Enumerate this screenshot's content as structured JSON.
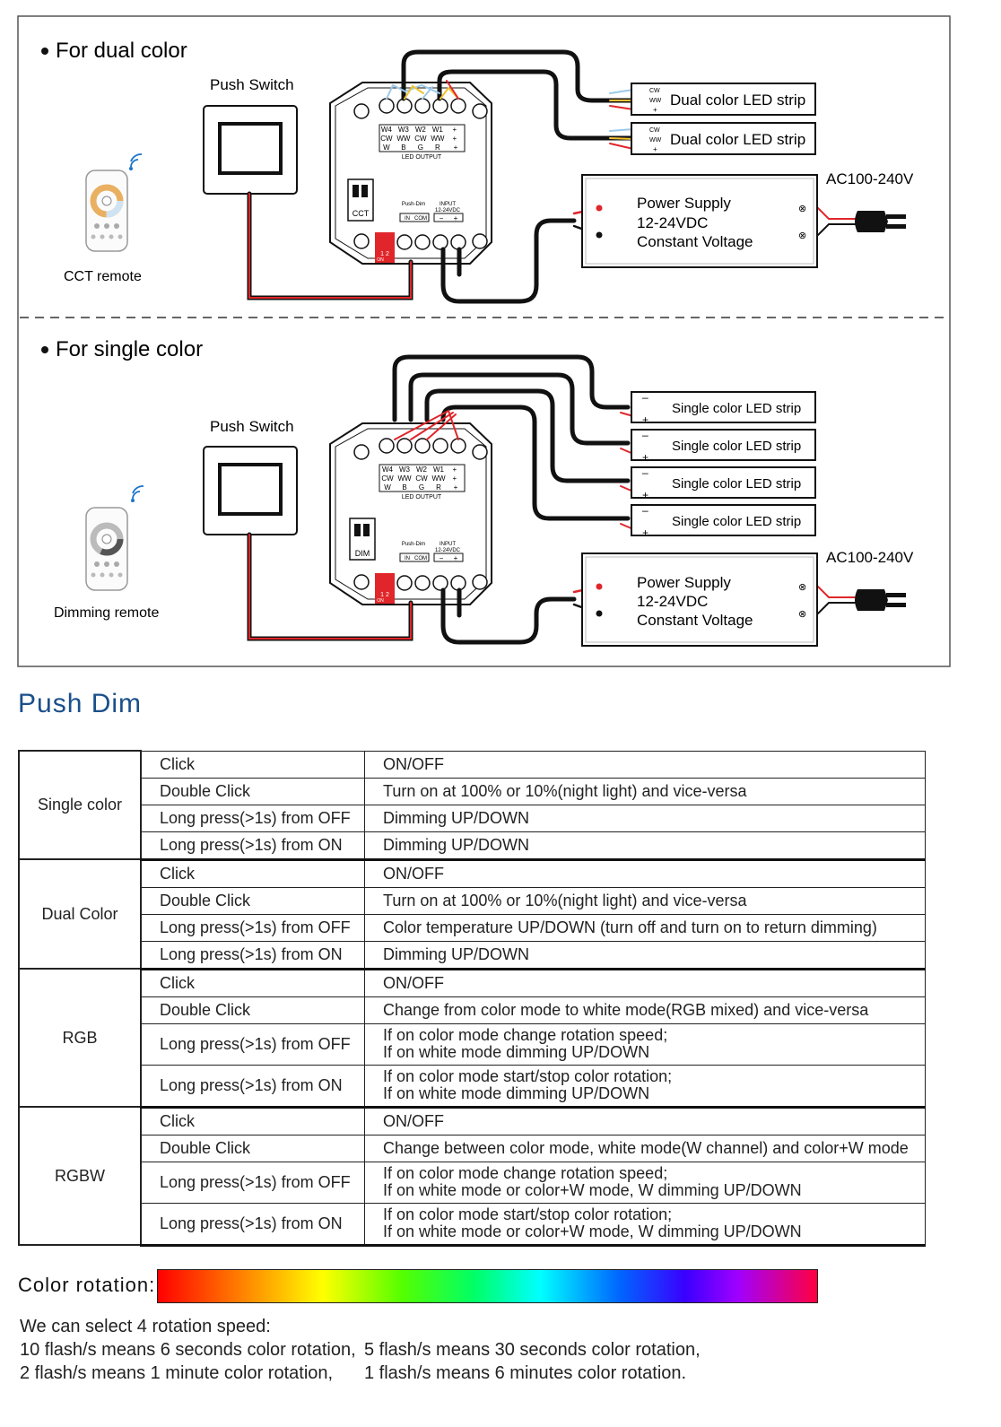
{
  "diagram": {
    "dual": {
      "heading": "For dual color",
      "push_switch": "Push Switch",
      "remote_label": "CCT remote",
      "mode_label": "CCT",
      "strips": [
        "Dual color LED strip",
        "Dual color LED strip"
      ],
      "strip_terms": [
        "CW",
        "WW",
        "+"
      ],
      "ac_label": "AC100-240V",
      "power_supply": [
        "Power Supply",
        "12-24VDC",
        "Constant Voltage"
      ]
    },
    "single": {
      "heading": "For single color",
      "push_switch": "Push Switch",
      "remote_label": "Dimming remote",
      "mode_label": "DIM",
      "strips": [
        "Single color LED strip",
        "Single color LED strip",
        "Single color LED strip",
        "Single color LED strip"
      ],
      "ac_label": "AC100-240V",
      "power_supply": [
        "Power Supply",
        "12-24VDC",
        "Constant Voltage"
      ]
    },
    "controller": {
      "out_row1": [
        "W4",
        "W3",
        "W2",
        "W1",
        "+"
      ],
      "out_row2": [
        "CW",
        "WW",
        "CW",
        "WW",
        "+"
      ],
      "out_row3": [
        "W",
        "B",
        "G",
        "R",
        "+"
      ],
      "led_output": "LED OUTPUT",
      "push_dim": "Push-Dim",
      "input": "INPUT",
      "input_v": "12-24VDC",
      "in_terms": [
        "IN",
        "COM"
      ],
      "pwr_terms": [
        "−",
        "+"
      ],
      "dip": "1 2",
      "dip_on": "ON"
    }
  },
  "section_title": "Push Dim",
  "table": [
    {
      "group": "Single color",
      "rows": [
        {
          "action": "Click",
          "function": [
            "ON/OFF"
          ]
        },
        {
          "action": "Double Click",
          "function": [
            "Turn on at 100% or 10%(night light) and vice-versa"
          ]
        },
        {
          "action": "Long press(>1s) from OFF",
          "function": [
            "Dimming UP/DOWN"
          ]
        },
        {
          "action": "Long press(>1s) from ON",
          "function": [
            "Dimming UP/DOWN"
          ]
        }
      ]
    },
    {
      "group": "Dual Color",
      "rows": [
        {
          "action": "Click",
          "function": [
            "ON/OFF"
          ]
        },
        {
          "action": "Double Click",
          "function": [
            "Turn on at 100% or 10%(night light) and vice-versa"
          ]
        },
        {
          "action": "Long press(>1s) from OFF",
          "function": [
            "Color temperature UP/DOWN (turn off and turn on to return dimming)"
          ]
        },
        {
          "action": "Long press(>1s) from ON",
          "function": [
            "Dimming UP/DOWN"
          ]
        }
      ]
    },
    {
      "group": "RGB",
      "rows": [
        {
          "action": "Click",
          "function": [
            "ON/OFF"
          ]
        },
        {
          "action": "Double Click",
          "function": [
            "Change from color mode to white mode(RGB mixed) and vice-versa"
          ]
        },
        {
          "action": "Long press(>1s) from OFF",
          "function": [
            "If on color mode change rotation speed;",
            "If on white mode dimming UP/DOWN"
          ]
        },
        {
          "action": "Long press(>1s) from ON",
          "function": [
            "If on color mode start/stop color rotation;",
            "If on white mode dimming UP/DOWN"
          ]
        }
      ]
    },
    {
      "group": "RGBW",
      "rows": [
        {
          "action": "Click",
          "function": [
            "ON/OFF"
          ]
        },
        {
          "action": "Double Click",
          "function": [
            "Change between color mode, white mode(W channel) and color+W mode"
          ]
        },
        {
          "action": "Long press(>1s) from OFF",
          "function": [
            "If on color mode change rotation speed;",
            "If on white mode or color+W mode, W dimming UP/DOWN"
          ]
        },
        {
          "action": "Long press(>1s) from ON",
          "function": [
            "If on color mode start/stop color rotation;",
            "If on white mode or color+W mode, W dimming UP/DOWN"
          ]
        }
      ]
    }
  ],
  "color_rotation": {
    "label": "Color rotation:",
    "intro": "We can select 4 rotation speed:",
    "speeds": [
      "10 flash/s means 6 seconds color rotation,",
      "5 flash/s means 30 seconds color rotation,",
      "2 flash/s means 1 minute color rotation,",
      "1 flash/s means 6 minutes color rotation."
    ]
  }
}
